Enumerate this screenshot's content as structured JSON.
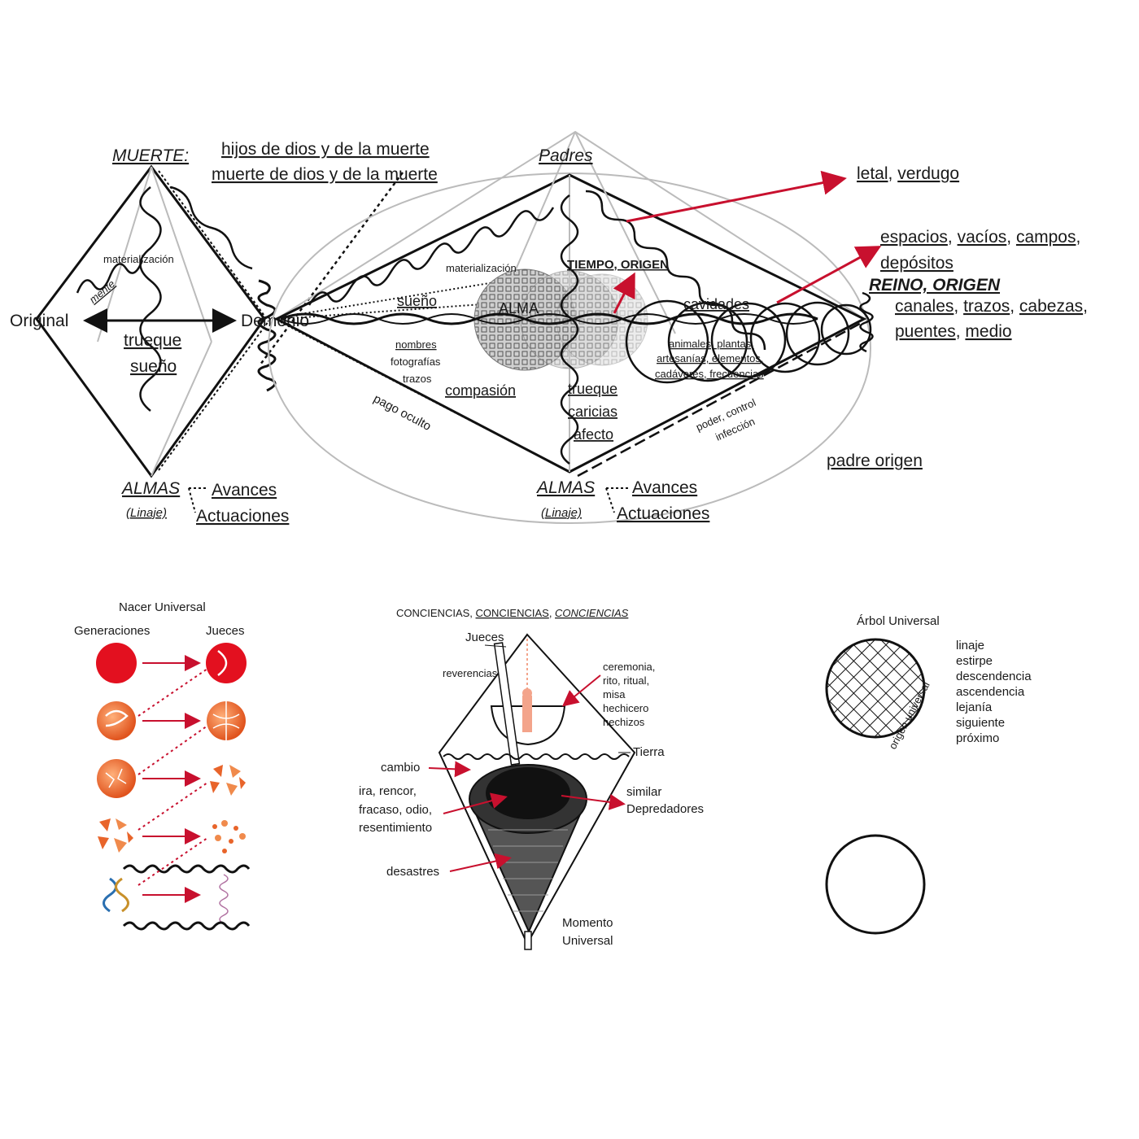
{
  "top": {
    "left_diamond": {
      "title": "MUERTE:",
      "left_label": "Original",
      "right_label": "Demonio",
      "materializacion": "materialización",
      "mente": "mente",
      "trueque": "trueque",
      "sueno": "sueño",
      "almas": "ALMAS",
      "linaje": "(Linaje)",
      "avances": "Avances",
      "actuaciones": "Actuaciones"
    },
    "header_line1": "hijos de dios y de la muerte",
    "header_line2": "muerte de dios y de la muerte",
    "right_diamond": {
      "padres": "Padres",
      "materializacion": "materialización",
      "tiempo_origen": "TIEMPO, ORIGEN",
      "sueno": "sueño",
      "alma": "ALMA",
      "nombres": "nombres",
      "fotografias": "fotografías",
      "trazos": "trazos",
      "compasion": "compasión",
      "pago_oculto": "pago oculto",
      "trueque": "trueque",
      "caricias": "caricias",
      "afecto": "afecto",
      "cavidades": "cavidades",
      "animales": "animales, plantas,",
      "artesanias": "artesanías, elementos,",
      "cadaveres": "cadáveres, frecuencias",
      "poder": "poder, control",
      "infeccion": "infección",
      "almas": "ALMAS",
      "linaje": "(Linaje)",
      "avances": "Avances",
      "actuaciones": "Actuaciones",
      "padre_origen": "padre origen",
      "reino_origen": "REINO, ORIGEN"
    },
    "right_notes": {
      "letal": "letal",
      "verdugo": "verdugo",
      "espacios": "espacios",
      "vacios": "vacíos",
      "campos": "campos",
      "depositos": "depósitos",
      "canales": "canales",
      "trazos": "trazos",
      "cabezas": "cabezas",
      "puentes": "puentes",
      "medio": "medio"
    }
  },
  "nacer": {
    "title": "Nacer Universal",
    "col1": "Generaciones",
    "col2": "Jueces"
  },
  "conciencias": {
    "title_a": "CONCIENCIAS, ",
    "title_b": "CONCIENCIAS",
    "title_c": ", ",
    "title_d": "CONCIENCIAS",
    "jueces": "Jueces",
    "reverencias": "reverencias",
    "ceremonia": [
      "ceremonia,",
      "rito, ritual,",
      "misa",
      "hechicero",
      "hechizos"
    ],
    "tierra": "Tierra",
    "cambio": "cambio",
    "ira": [
      "ira, rencor,",
      "fracaso, odio,",
      "resentimiento"
    ],
    "similar": "similar",
    "depredadores": "Depredadores",
    "desastres": "desastres",
    "momento": [
      "Momento",
      "Universal"
    ]
  },
  "arbol": {
    "title": "Árbol Universal",
    "origen": "origen universal",
    "list": [
      "linaje",
      "estirpe",
      "descendencia",
      "ascendencia",
      "lejanía",
      "siguiente",
      "próximo"
    ]
  },
  "colors": {
    "accent_red": "#c8102e",
    "orange": "#e8642a",
    "grey_line": "#bbbbbb"
  }
}
